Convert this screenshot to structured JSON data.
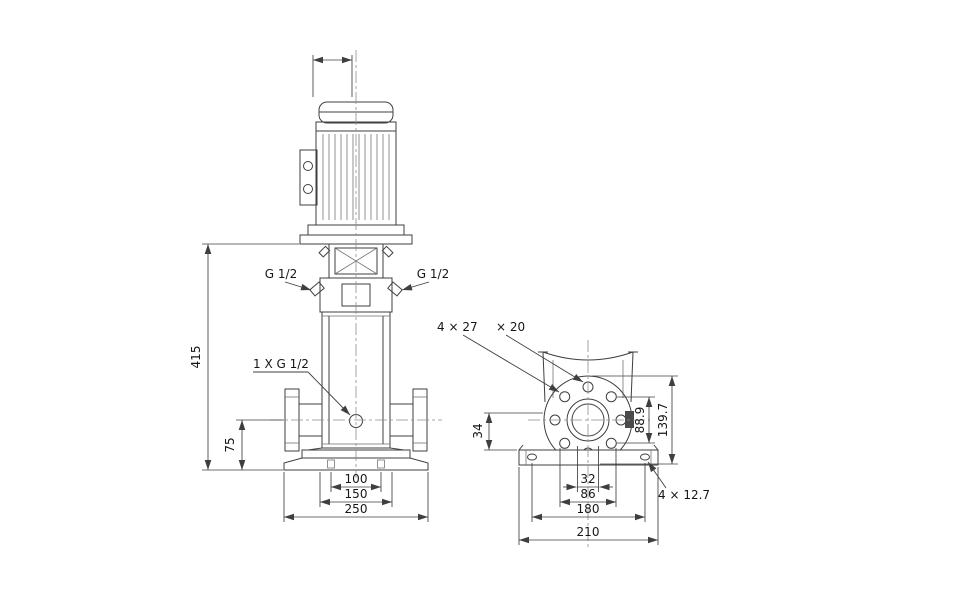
{
  "drawing": {
    "front_view": {
      "height_dim": "415",
      "port_height_dim": "75",
      "left_port_label": "G 1/2",
      "right_port_label": "G 1/2",
      "drain_port_label": "1 X G 1/2",
      "base_dim_inner": "100",
      "base_dim_mid": "150",
      "base_dim_outer": "250"
    },
    "end_view": {
      "flange_hole_count_dim": "4 × 27",
      "flange_hole_depth_dim": "× 20",
      "foot_height_dim": "34",
      "flange_bolt_circle_dim": "88.9",
      "flange_od_dim": "139.7",
      "base_dim_32": "32",
      "base_dim_86": "86",
      "base_dim_180": "180",
      "base_dim_210": "210",
      "base_hole_dim": "4 × 12.7"
    }
  }
}
